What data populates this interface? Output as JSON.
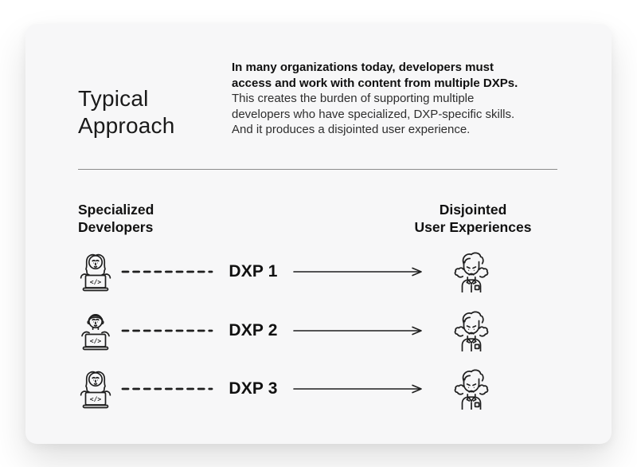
{
  "header": {
    "title": "Typical Approach",
    "intro_bold_lines": [
      "In many organizations today, developers must",
      "access and work with content from multiple DXPs."
    ],
    "intro_lines": [
      "This creates the burden of supporting multiple",
      "developers who have specialized, DXP-specific skills.",
      "And it produces a disjointed user experience."
    ]
  },
  "diagram": {
    "left_heading_lines": [
      "Specialized",
      "Developers"
    ],
    "right_heading_lines": [
      "Disjointed",
      "User Experiences"
    ],
    "laptop_code_glyph": "</>",
    "rows": [
      {
        "dxp_label": "DXP 1",
        "developer_icon": "woman-developer-icon",
        "user_icon": "frustrated-user-icon"
      },
      {
        "dxp_label": "DXP 2",
        "developer_icon": "man-developer-icon",
        "user_icon": "frustrated-user-icon"
      },
      {
        "dxp_label": "DXP 3",
        "developer_icon": "woman-developer-icon",
        "user_icon": "frustrated-user-icon"
      }
    ]
  },
  "colors": {
    "page_bg": "#ffffff",
    "card_bg": "#f7f7f8",
    "text": "#111111",
    "divider": "#8c8c8c",
    "icon_stroke": "#1f1f1f"
  }
}
